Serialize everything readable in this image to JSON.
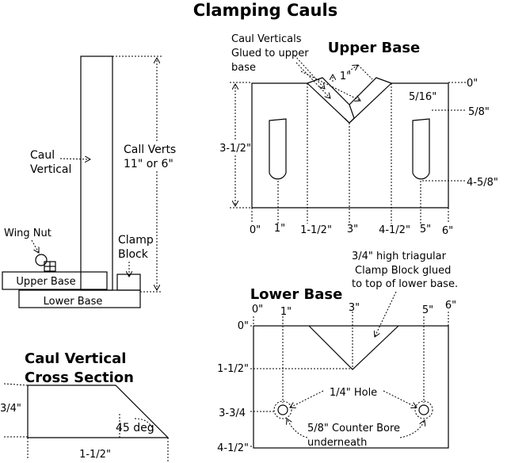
{
  "title": "Clamping Cauls",
  "side_view": {
    "caul_vertical_label": [
      "Caul",
      "Vertical"
    ],
    "call_verts_label": [
      "Call Verts",
      "11\" or 6\""
    ],
    "wing_nut_label": "Wing Nut",
    "clamp_block_label": [
      "Clamp",
      "Block"
    ],
    "upper_base_label": "Upper Base",
    "lower_base_label": "Lower Base"
  },
  "upper_base": {
    "title": "Upper Base",
    "note": [
      "Caul Verticals",
      "Glued to upper",
      "base"
    ],
    "dims": {
      "top_1in": "1\"",
      "right_0": "0\"",
      "right_5_16": "5/16\"",
      "right_5_8": "5/8\"",
      "right_4_5_8": "4-5/8\"",
      "left_3_1_2": "3-1/2\""
    },
    "bottom_ticks": [
      "0\"",
      "1\"",
      "1-1/2\"",
      "3\"",
      "4-1/2\"",
      "5\"",
      "6\""
    ]
  },
  "lower_base": {
    "title": "Lower Base",
    "note": [
      "3/4\" high triagular",
      "Clamp Block glued",
      "to top of lower base."
    ],
    "top_ticks": [
      "0\"",
      "1\"",
      "3\"",
      "5\"",
      "6\""
    ],
    "left_ticks": [
      "0\"",
      "1-1/2\"",
      "3-3/4",
      "4-1/2\""
    ],
    "hole_label": "1/4\" Hole",
    "counterbore_label": [
      "5/8\" Counter Bore",
      "underneath"
    ]
  },
  "cross_section": {
    "title": [
      "Caul Vertical",
      "Cross Section"
    ],
    "left_dim": "3/4\"",
    "angle": "45 deg",
    "bottom_dim": "1-1/2\""
  }
}
